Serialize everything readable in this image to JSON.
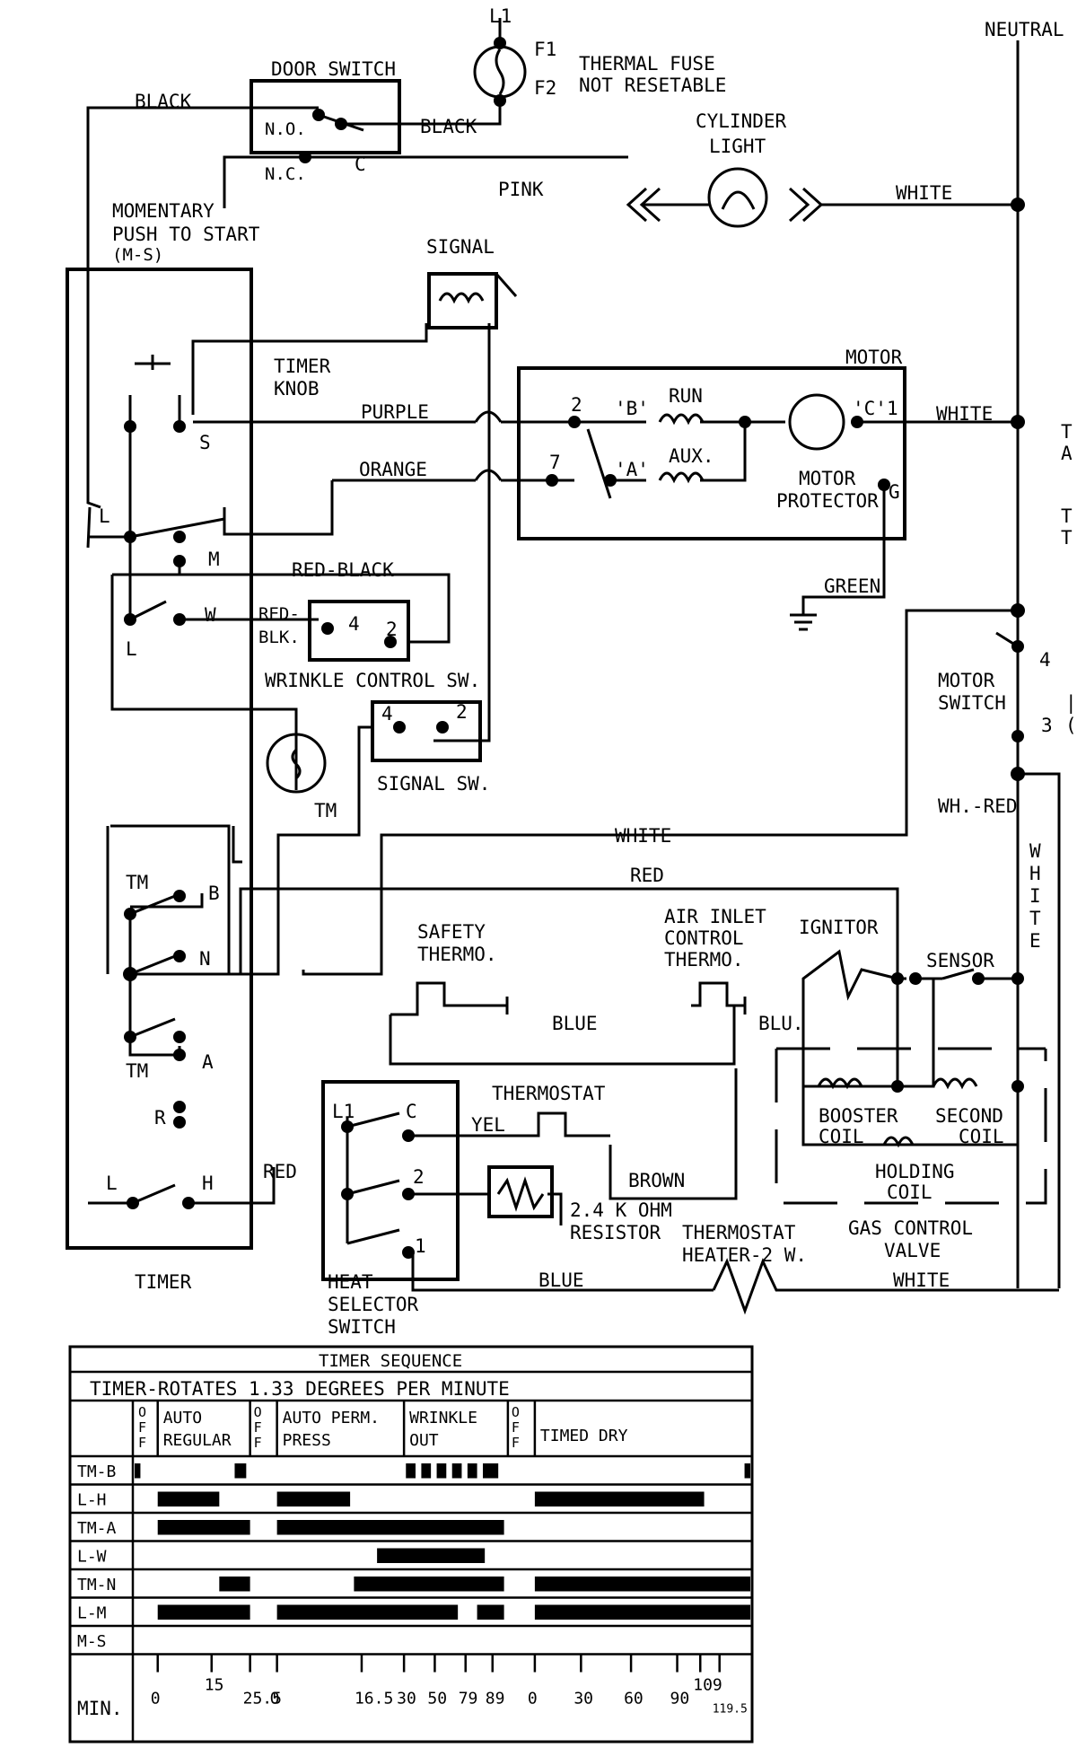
{
  "labels": {
    "l1": "L1",
    "f1": "F1",
    "f2": "F2",
    "neutral": "NEUTRAL",
    "thermal_fuse_1": "THERMAL FUSE",
    "thermal_fuse_2": "NOT RESETABLE",
    "door_switch": "DOOR SWITCH",
    "no": "N.O.",
    "nc": "N.C.",
    "c": "C",
    "black1": "BLACK",
    "black2": "BLACK",
    "cylinder_light_1": "CYLINDER",
    "cylinder_light_2": "LIGHT",
    "pink": "PINK",
    "white_top": "WHITE",
    "momentary_1": "MOMENTARY",
    "momentary_2": "PUSH TO START",
    "momentary_3": "(M-S)",
    "signal": "SIGNAL",
    "timer_knob_1": "TIMER",
    "timer_knob_2": "KNOB",
    "s": "S",
    "motor": "MOTOR",
    "purple": "PURPLE",
    "orange": "ORANGE",
    "m2": "2",
    "mb": "'B'",
    "run": "RUN",
    "mc": "'C'",
    "m1": "1",
    "white_motor": "WHITE",
    "m7": "7",
    "ma": "'A'",
    "aux": "AUX.",
    "motor_protector_1": "MOTOR",
    "motor_protector_2": "PROTECTOR",
    "g": "G",
    "green": "GREEN",
    "tl": "L",
    "tm_m": "M",
    "red_black": "RED-BLACK",
    "red_blk_1": "RED-",
    "red_blk_2": "BLK.",
    "w": "W",
    "l2": "L",
    "wc4": "4",
    "wc2": "2",
    "wrinkle_sw": "WRINKLE CONTROL SW.",
    "motor_switch_1": "MOTOR",
    "motor_switch_2": "SWITCH",
    "ms4": "4",
    "ms3": "3",
    "ss4": "4",
    "ss2": "2",
    "signal_sw": "SIGNAL SW.",
    "tm": "TM",
    "wh_red": "WH.-RED",
    "white_mid": "WHITE",
    "red_mid": "RED",
    "tm_b1": "TM",
    "b": "B",
    "n": "N",
    "tm_a1": "TM",
    "a": "A",
    "r": "R",
    "hl": "L",
    "h": "H",
    "safety_1": "SAFETY",
    "safety_2": "THERMO.",
    "air_1": "AIR INLET",
    "air_2": "CONTROL",
    "air_3": "THERMO.",
    "ignitor": "IGNITOR",
    "sensor": "SENSOR",
    "blue1": "BLUE",
    "blu": "BLU.",
    "thermostat": "THERMOSTAT",
    "yel": "YEL",
    "brown": "BROWN",
    "red_h": "RED",
    "hs_l1": "L1",
    "hs_c": "C",
    "hs_2": "2",
    "hs_1": "1",
    "resistor_1": "2.4 K OHM",
    "resistor_2": "RESISTOR",
    "booster_1": "BOOSTER",
    "booster_2": "COIL",
    "second_1": "SECOND",
    "second_2": "COIL",
    "holding_1": "HOLDING",
    "holding_2": "COIL",
    "gas_1": "GAS CONTROL",
    "gas_2": "VALVE",
    "heater_1": "THERMOSTAT",
    "heater_2": "HEATER-2 W.",
    "blue_bottom": "BLUE",
    "white_bottom": "WHITE",
    "timer": "TIMER",
    "heat_sel_1": "HEAT",
    "heat_sel_2": "SELECTOR",
    "heat_sel_3": "SWITCH",
    "white_vert": "WHITE",
    "edge_t1": "T",
    "edge_a": "A",
    "edge_t2": "T",
    "edge_t3": "T",
    "edge_paren": "(",
    "edge_bar": "|"
  },
  "timer_sequence": {
    "title": "TIMER SEQUENCE",
    "subtitle": "TIMER-ROTATES 1.33 DEGREES PER MINUTE",
    "min_label": "MIN.",
    "phases": [
      {
        "label": "OFF",
        "start": 0.0,
        "end": 0.6
      },
      {
        "label": "AUTO REGULAR",
        "start": 0.6,
        "end": 3.0
      },
      {
        "label": "OFF",
        "start": 3.0,
        "end": 3.7
      },
      {
        "label": "AUTO PERM. PRESS",
        "start": 3.7,
        "end": 7.0
      },
      {
        "label": "WRINKLE OUT",
        "start": 7.0,
        "end": 9.7
      },
      {
        "label": "OFF",
        "start": 9.7,
        "end": 10.4
      },
      {
        "label": "TIMED DRY",
        "start": 10.4,
        "end": 16.0
      }
    ],
    "rows": [
      {
        "name": "TM-B",
        "segments": [
          [
            0.0,
            0.15
          ],
          [
            2.6,
            2.9
          ],
          [
            7.05,
            7.3
          ],
          [
            7.45,
            7.7
          ],
          [
            7.85,
            8.1
          ],
          [
            8.25,
            8.5
          ],
          [
            8.65,
            8.9
          ],
          [
            9.05,
            9.45
          ],
          [
            15.85,
            16.0
          ]
        ]
      },
      {
        "name": "L-H",
        "segments": [
          [
            0.6,
            2.2
          ],
          [
            3.7,
            5.6
          ],
          [
            10.4,
            14.8
          ]
        ]
      },
      {
        "name": "TM-A",
        "segments": [
          [
            0.6,
            3.0
          ],
          [
            3.7,
            9.6
          ]
        ]
      },
      {
        "name": "L-W",
        "segments": [
          [
            6.3,
            9.1
          ]
        ]
      },
      {
        "name": "TM-N",
        "segments": [
          [
            2.2,
            3.0
          ],
          [
            5.7,
            9.6
          ],
          [
            10.4,
            16.0
          ]
        ]
      },
      {
        "name": "L-M",
        "segments": [
          [
            0.6,
            3.0
          ],
          [
            3.7,
            8.4
          ],
          [
            8.9,
            9.6
          ],
          [
            10.4,
            16.0
          ]
        ]
      },
      {
        "name": "M-S",
        "segments": []
      }
    ],
    "ticks": [
      {
        "label": "0",
        "pos": 0.6
      },
      {
        "label": "15",
        "pos": 2.0
      },
      {
        "label": "25.5",
        "pos": 3.0
      },
      {
        "label": "0",
        "pos": 3.7
      },
      {
        "label": "16.5",
        "pos": 5.9
      },
      {
        "label": "30",
        "pos": 7.0
      },
      {
        "label": "50",
        "pos": 7.8
      },
      {
        "label": "79",
        "pos": 8.6
      },
      {
        "label": "89",
        "pos": 9.3
      },
      {
        "label": "0",
        "pos": 10.4
      },
      {
        "label": "30",
        "pos": 11.6
      },
      {
        "label": "60",
        "pos": 12.9
      },
      {
        "label": "90",
        "pos": 14.1
      },
      {
        "label": "109",
        "pos": 14.7
      },
      {
        "label": "119.5",
        "pos": 15.2
      }
    ]
  }
}
